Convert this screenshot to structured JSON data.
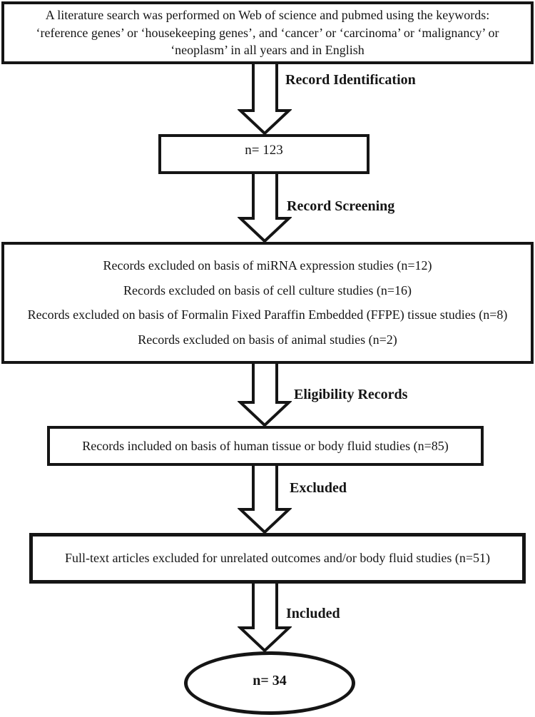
{
  "flowchart": {
    "title_box": {
      "lines": [
        "A literature search was performed on Web of science and pubmed using the keywords:",
        "‘reference genes’ or ‘housekeeping genes’, and ‘cancer’ or ‘carcinoma’ or ‘malignancy’ or",
        "‘neoplasm’ in all years and in English"
      ]
    },
    "labels": {
      "identification": "Record Identification",
      "screening": "Record Screening",
      "eligibility": "Eligibility Records",
      "excluded": "Excluded",
      "included": "Included"
    },
    "nodes": {
      "identified_count": "n= 123",
      "exclusion_lines": [
        "Records excluded on basis of miRNA expression studies (n=12)",
        "Records excluded on basis of cell culture studies (n=16)",
        "Records excluded on basis of Formalin Fixed Paraffin Embedded (FFPE) tissue studies (n=8)",
        "Records excluded on basis of animal studies (n=2)"
      ],
      "included_records": "Records included on basis of human tissue or body fluid studies (n=85)",
      "fulltext_excluded": "Full-text articles excluded for unrelated outcomes and/or body fluid studies (n=51)",
      "final_count": "n= 34"
    },
    "colors": {
      "ink": "#151515",
      "background": "#ffffff"
    }
  }
}
